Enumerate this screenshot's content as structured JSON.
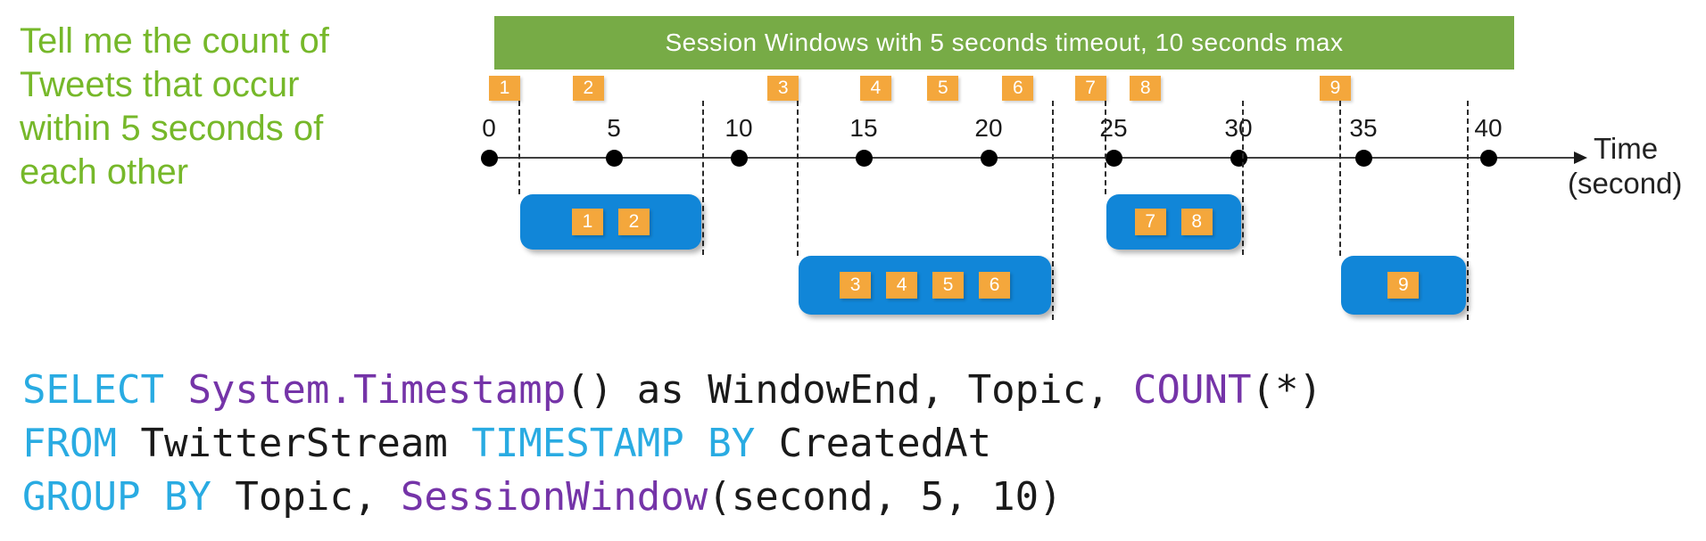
{
  "question": {
    "text": "Tell me the count of\nTweets that occur\nwithin 5 seconds of\neach other"
  },
  "banner": {
    "label": "Session Windows with 5 seconds timeout, 10 seconds max"
  },
  "colors": {
    "question_green": "#76B82A",
    "banner_green": "#77AB46",
    "event_orange": "#F4A73C",
    "window_blue": "#1186D8",
    "code_keyword_blue": "#29ABE2",
    "code_function_purple": "#7534A8",
    "text_dark": "#1A1A1A"
  },
  "timeline": {
    "axis_title": "Time",
    "axis_unit": "(second)",
    "ticks": [
      0,
      5,
      10,
      15,
      20,
      25,
      30,
      35,
      40
    ],
    "events": [
      {
        "id": "1",
        "time_s": 1.25
      },
      {
        "id": "2",
        "time_s": 4.6
      },
      {
        "id": "3",
        "time_s": 12.4
      },
      {
        "id": "4",
        "time_s": 16.1
      },
      {
        "id": "5",
        "time_s": 18.8
      },
      {
        "id": "6",
        "time_s": 21.8
      },
      {
        "id": "7",
        "time_s": 24.7
      },
      {
        "id": "8",
        "time_s": 26.9
      },
      {
        "id": "9",
        "time_s": 34.5
      }
    ],
    "windows": [
      {
        "name": "session-window-1",
        "start_s": 1.25,
        "end_s": 8.5,
        "row": "upper",
        "event_ids": [
          "1",
          "2"
        ]
      },
      {
        "name": "session-window-2",
        "start_s": 12.4,
        "end_s": 22.5,
        "row": "lower",
        "event_ids": [
          "3",
          "4",
          "5",
          "6"
        ]
      },
      {
        "name": "session-window-3",
        "start_s": 24.7,
        "end_s": 30.1,
        "row": "upper",
        "event_ids": [
          "7",
          "8"
        ]
      },
      {
        "name": "session-window-4",
        "start_s": 34.1,
        "end_s": 39.1,
        "row": "lower",
        "event_ids": [
          "9"
        ]
      }
    ]
  },
  "code": {
    "lines": [
      [
        {
          "text": "SELECT ",
          "style": "keyword"
        },
        {
          "text": "System.Timestamp",
          "style": "function"
        },
        {
          "text": "() as WindowEnd, Topic, ",
          "style": "plain"
        },
        {
          "text": "COUNT",
          "style": "function"
        },
        {
          "text": "(*)",
          "style": "plain"
        }
      ],
      [
        {
          "text": "FROM ",
          "style": "keyword"
        },
        {
          "text": "TwitterStream ",
          "style": "plain"
        },
        {
          "text": "TIMESTAMP BY ",
          "style": "keyword"
        },
        {
          "text": "CreatedAt",
          "style": "plain"
        }
      ],
      [
        {
          "text": "GROUP BY ",
          "style": "keyword"
        },
        {
          "text": "Topic, ",
          "style": "plain"
        },
        {
          "text": "SessionWindow",
          "style": "function"
        },
        {
          "text": "(second, 5, 10)",
          "style": "plain"
        }
      ]
    ]
  }
}
